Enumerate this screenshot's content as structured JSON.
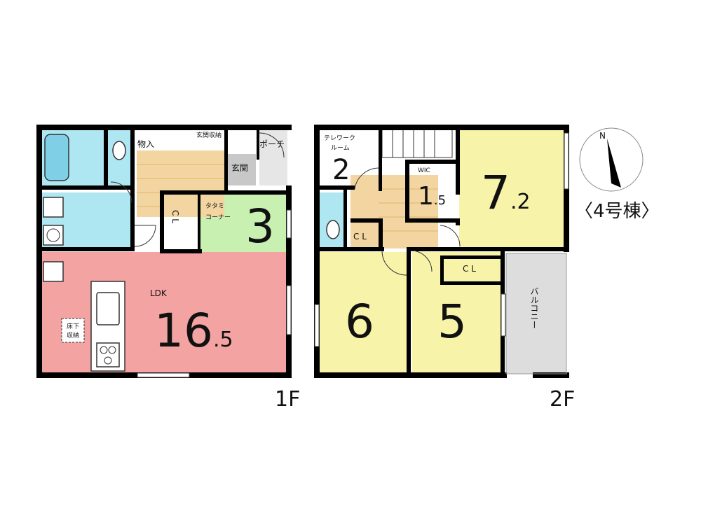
{
  "building": "〈4号棟〉",
  "compass": {
    "north": "N"
  },
  "floor1": {
    "label": "1F",
    "ldk": {
      "name": "LDK",
      "size_int": "16",
      "size_dec": ".5"
    },
    "tatami": {
      "name_line1": "タタミ",
      "name_line2": "コーナー",
      "size": "3"
    },
    "closet": "C L",
    "storage": "物入",
    "genkan_storage": "玄関収納",
    "genkan": "玄関",
    "porch": "ポーチ",
    "underfloor_line1": "床下",
    "underfloor_line2": "収納"
  },
  "floor2": {
    "label": "2F",
    "telework": {
      "line1": "テレワーク",
      "line2": "ルーム",
      "size": "2"
    },
    "wic": {
      "name": "WIC",
      "size_int": "1",
      "size_dec": ".5"
    },
    "room72": {
      "size_int": "7",
      "size_dec": ".2"
    },
    "room6": {
      "size": "6"
    },
    "room5": {
      "size": "5"
    },
    "closet_a": "C L",
    "closet_b": "C L",
    "balcony": "バルコニー"
  },
  "colors": {
    "ldk": "#f4a3a3",
    "tatami": "#c8f0b0",
    "wet": "#aee6f2",
    "floor_wood": "#f2d5a0",
    "bedroom": "#f7f3a8",
    "balcony": "#dddddd",
    "genkan": "#c8c8c8",
    "wall": "#000000"
  }
}
